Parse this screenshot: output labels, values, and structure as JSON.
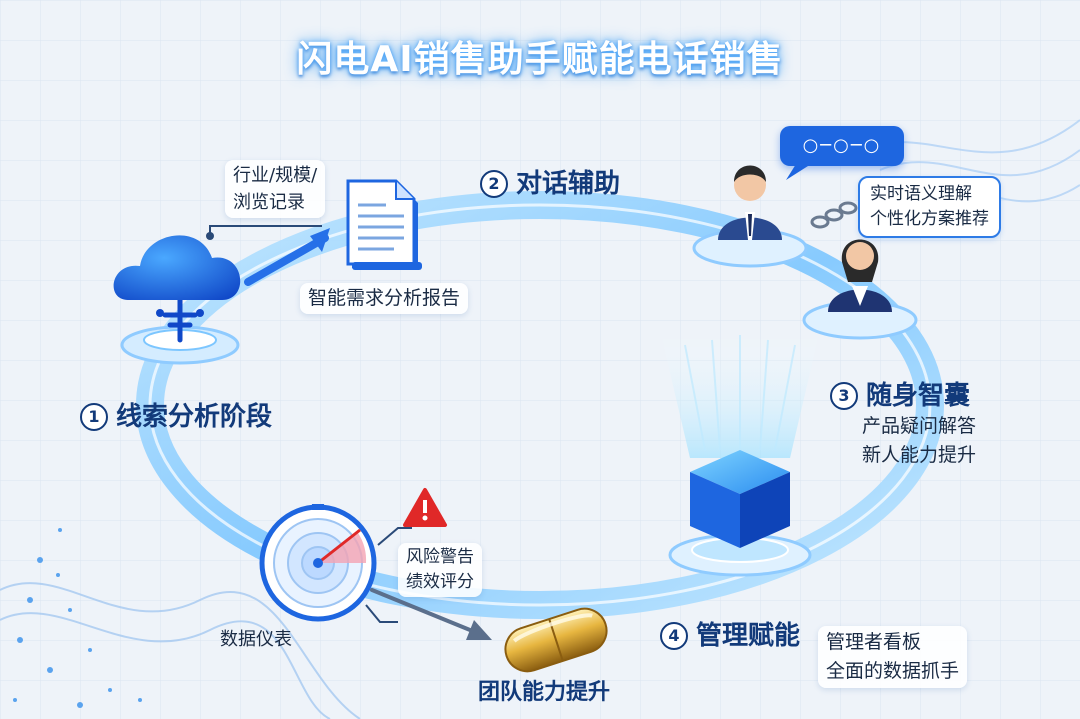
{
  "title": "闪电AI销售助手赋能电话销售",
  "stages": [
    {
      "num": "1",
      "label": "线索分析阶段"
    },
    {
      "num": "2",
      "label": "对话辅助"
    },
    {
      "num": "3",
      "label": "随身智囊"
    },
    {
      "num": "4",
      "label": "管理赋能"
    }
  ],
  "source_note": [
    "行业/规模/",
    "浏览记录"
  ],
  "report_label": "智能需求分析报告",
  "chat_bubble": [
    "实时语义理解",
    "个性化方案推荐"
  ],
  "chain_chip": "○─○─○",
  "stage3_notes": [
    "产品疑问解答",
    "新人能力提升"
  ],
  "stage4_notes": [
    "管理者看板",
    "全面的数据抓手"
  ],
  "risk_notes": [
    "风险警告",
    "绩效评分"
  ],
  "dashboard_label": "数据仪表",
  "team_label": "团队能力提升",
  "icons": [
    "cloud-icon",
    "document-icon",
    "salesman-icon",
    "saleswoman-icon",
    "chat-bubble-icon",
    "cube-icon",
    "radar-gauge-icon",
    "warning-icon",
    "capsule-icon",
    "chain-icon"
  ],
  "colors": {
    "title_glow": "#4aa2f0",
    "ring": "#8fd0ff",
    "primary": "#1e66e0",
    "label": "#123a7a",
    "warning": "#e02828",
    "capsule": "#d6a530"
  }
}
